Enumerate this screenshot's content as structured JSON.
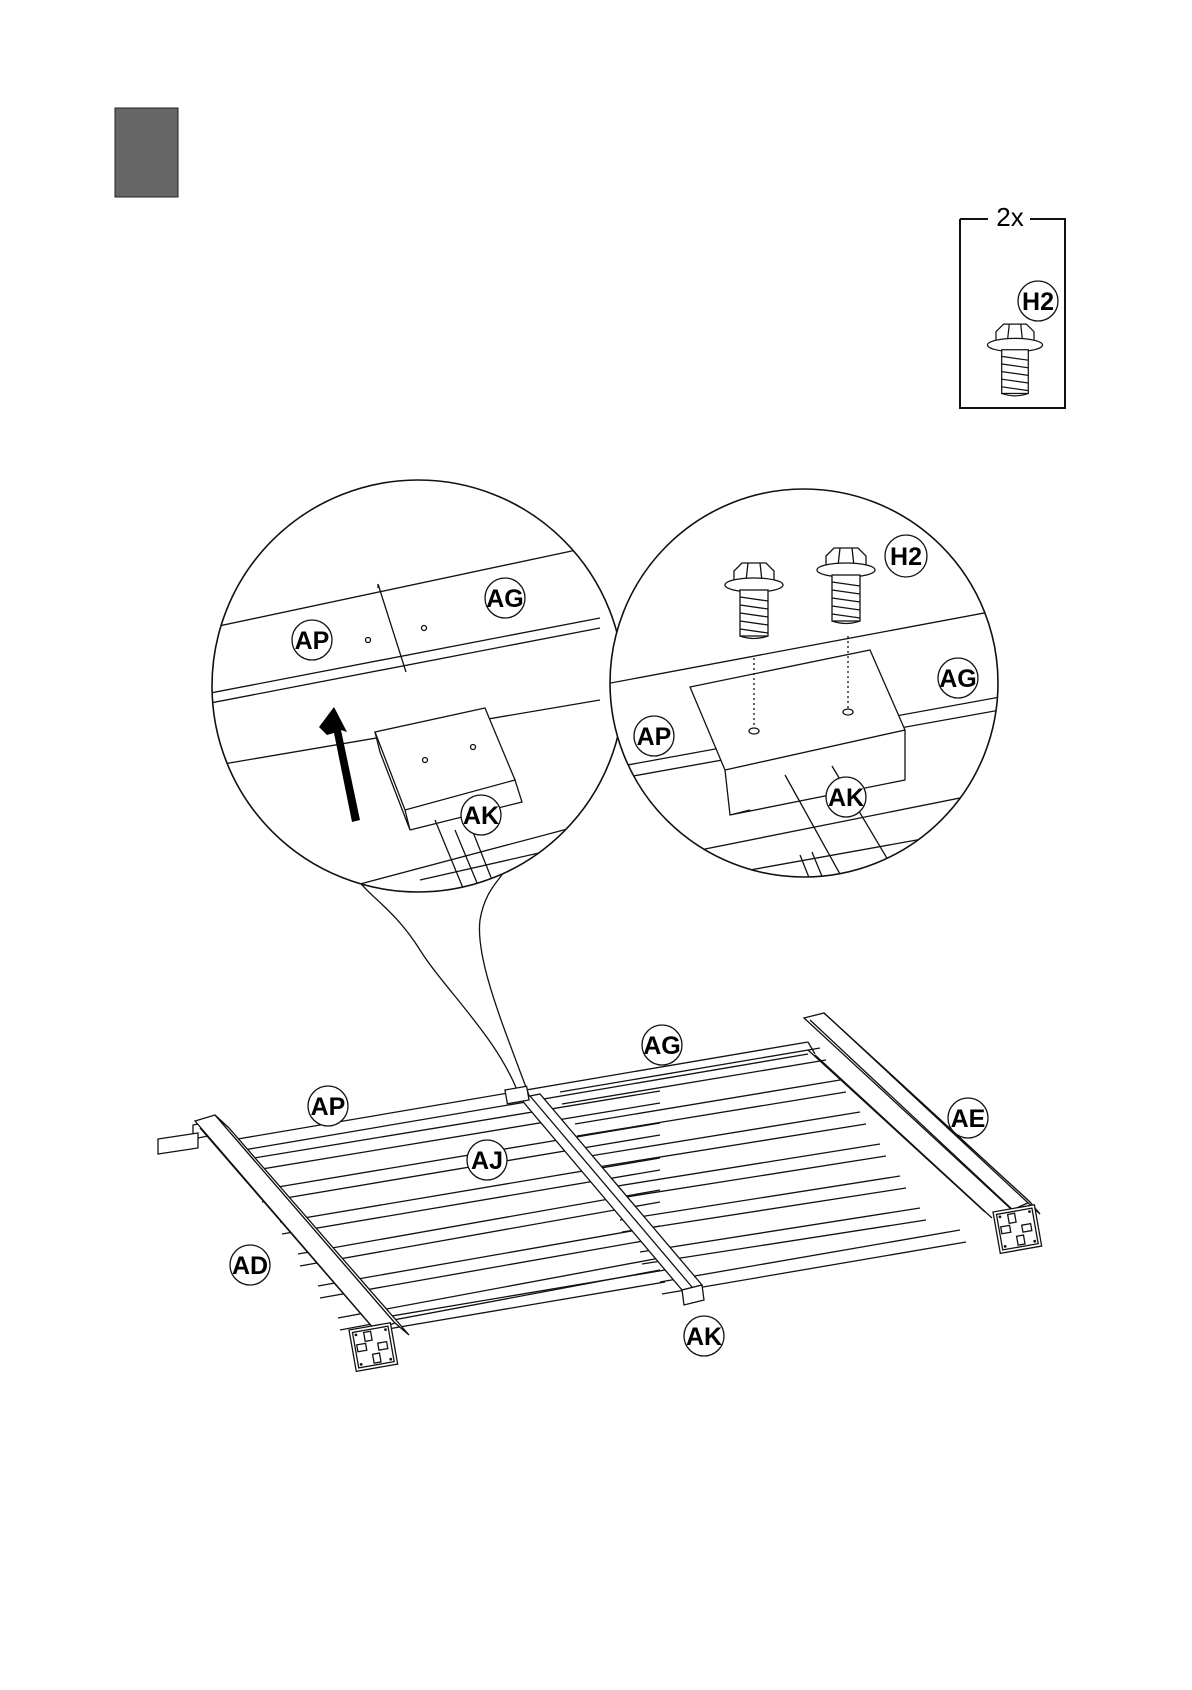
{
  "step": {
    "marker_color": "#666666"
  },
  "hardware_box": {
    "quantity": "2x",
    "part": "H2"
  },
  "detail_left": {
    "labels": {
      "ap": "AP",
      "ag": "AG",
      "ak": "AK"
    },
    "arrow": "arrow-up-icon"
  },
  "detail_right": {
    "labels": {
      "h2": "H2",
      "ap": "AP",
      "ag": "AG",
      "ak": "AK"
    }
  },
  "main": {
    "labels": {
      "ag": "AG",
      "ap": "AP",
      "ae": "AE",
      "aj": "AJ",
      "ad": "AD",
      "ak": "AK"
    }
  }
}
